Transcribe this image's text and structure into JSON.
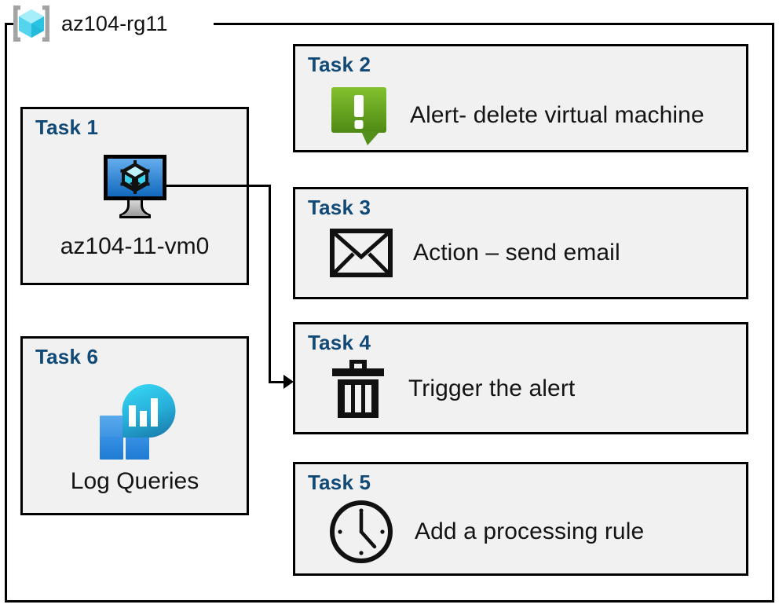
{
  "resource_group": {
    "name": "az104-rg11",
    "icon": "azure-resource-group-icon",
    "icon_bracket_color": "#A3A3A3",
    "icon_cube_colors": [
      "#86E6F7",
      "#32C8E8",
      "#B8F0FB",
      "#5FD8F0"
    ]
  },
  "colors": {
    "task_heading": "#114A76",
    "card_background": "#F1F1F1",
    "card_border": "#000000",
    "body_text": "#141414",
    "alert_green_light": "#7FBA2E",
    "alert_green_dark": "#4F8A14",
    "vm_blue_light": "#5EA7E8",
    "vm_blue_dark": "#1768B8",
    "log_cyan": "#32CFEF",
    "log_teal": "#1D87B4",
    "log_square_light": "#4FA3E8",
    "log_square_dark": "#2483D8"
  },
  "tasks": [
    {
      "id": "task1",
      "label": "Task 1",
      "caption": "az104-11-vm0",
      "icon": "virtual-machine-icon",
      "column": "left"
    },
    {
      "id": "task2",
      "label": "Task 2",
      "text": "Alert- delete virtual machine",
      "icon": "alert-callout-icon",
      "column": "right"
    },
    {
      "id": "task3",
      "label": "Task 3",
      "text": "Action – send email",
      "icon": "envelope-icon",
      "column": "right"
    },
    {
      "id": "task4",
      "label": "Task 4",
      "text": "Trigger the alert",
      "icon": "trash-can-icon",
      "column": "right"
    },
    {
      "id": "task5",
      "label": "Task 5",
      "text": "Add a processing rule",
      "icon": "clock-icon",
      "column": "right"
    },
    {
      "id": "task6",
      "label": "Task 6",
      "caption": "Log Queries",
      "icon": "log-analytics-icon",
      "column": "left"
    }
  ],
  "connector": {
    "from": "task1-vm-icon",
    "to": "task4-card",
    "arrow": "arrowhead-right-icon"
  }
}
